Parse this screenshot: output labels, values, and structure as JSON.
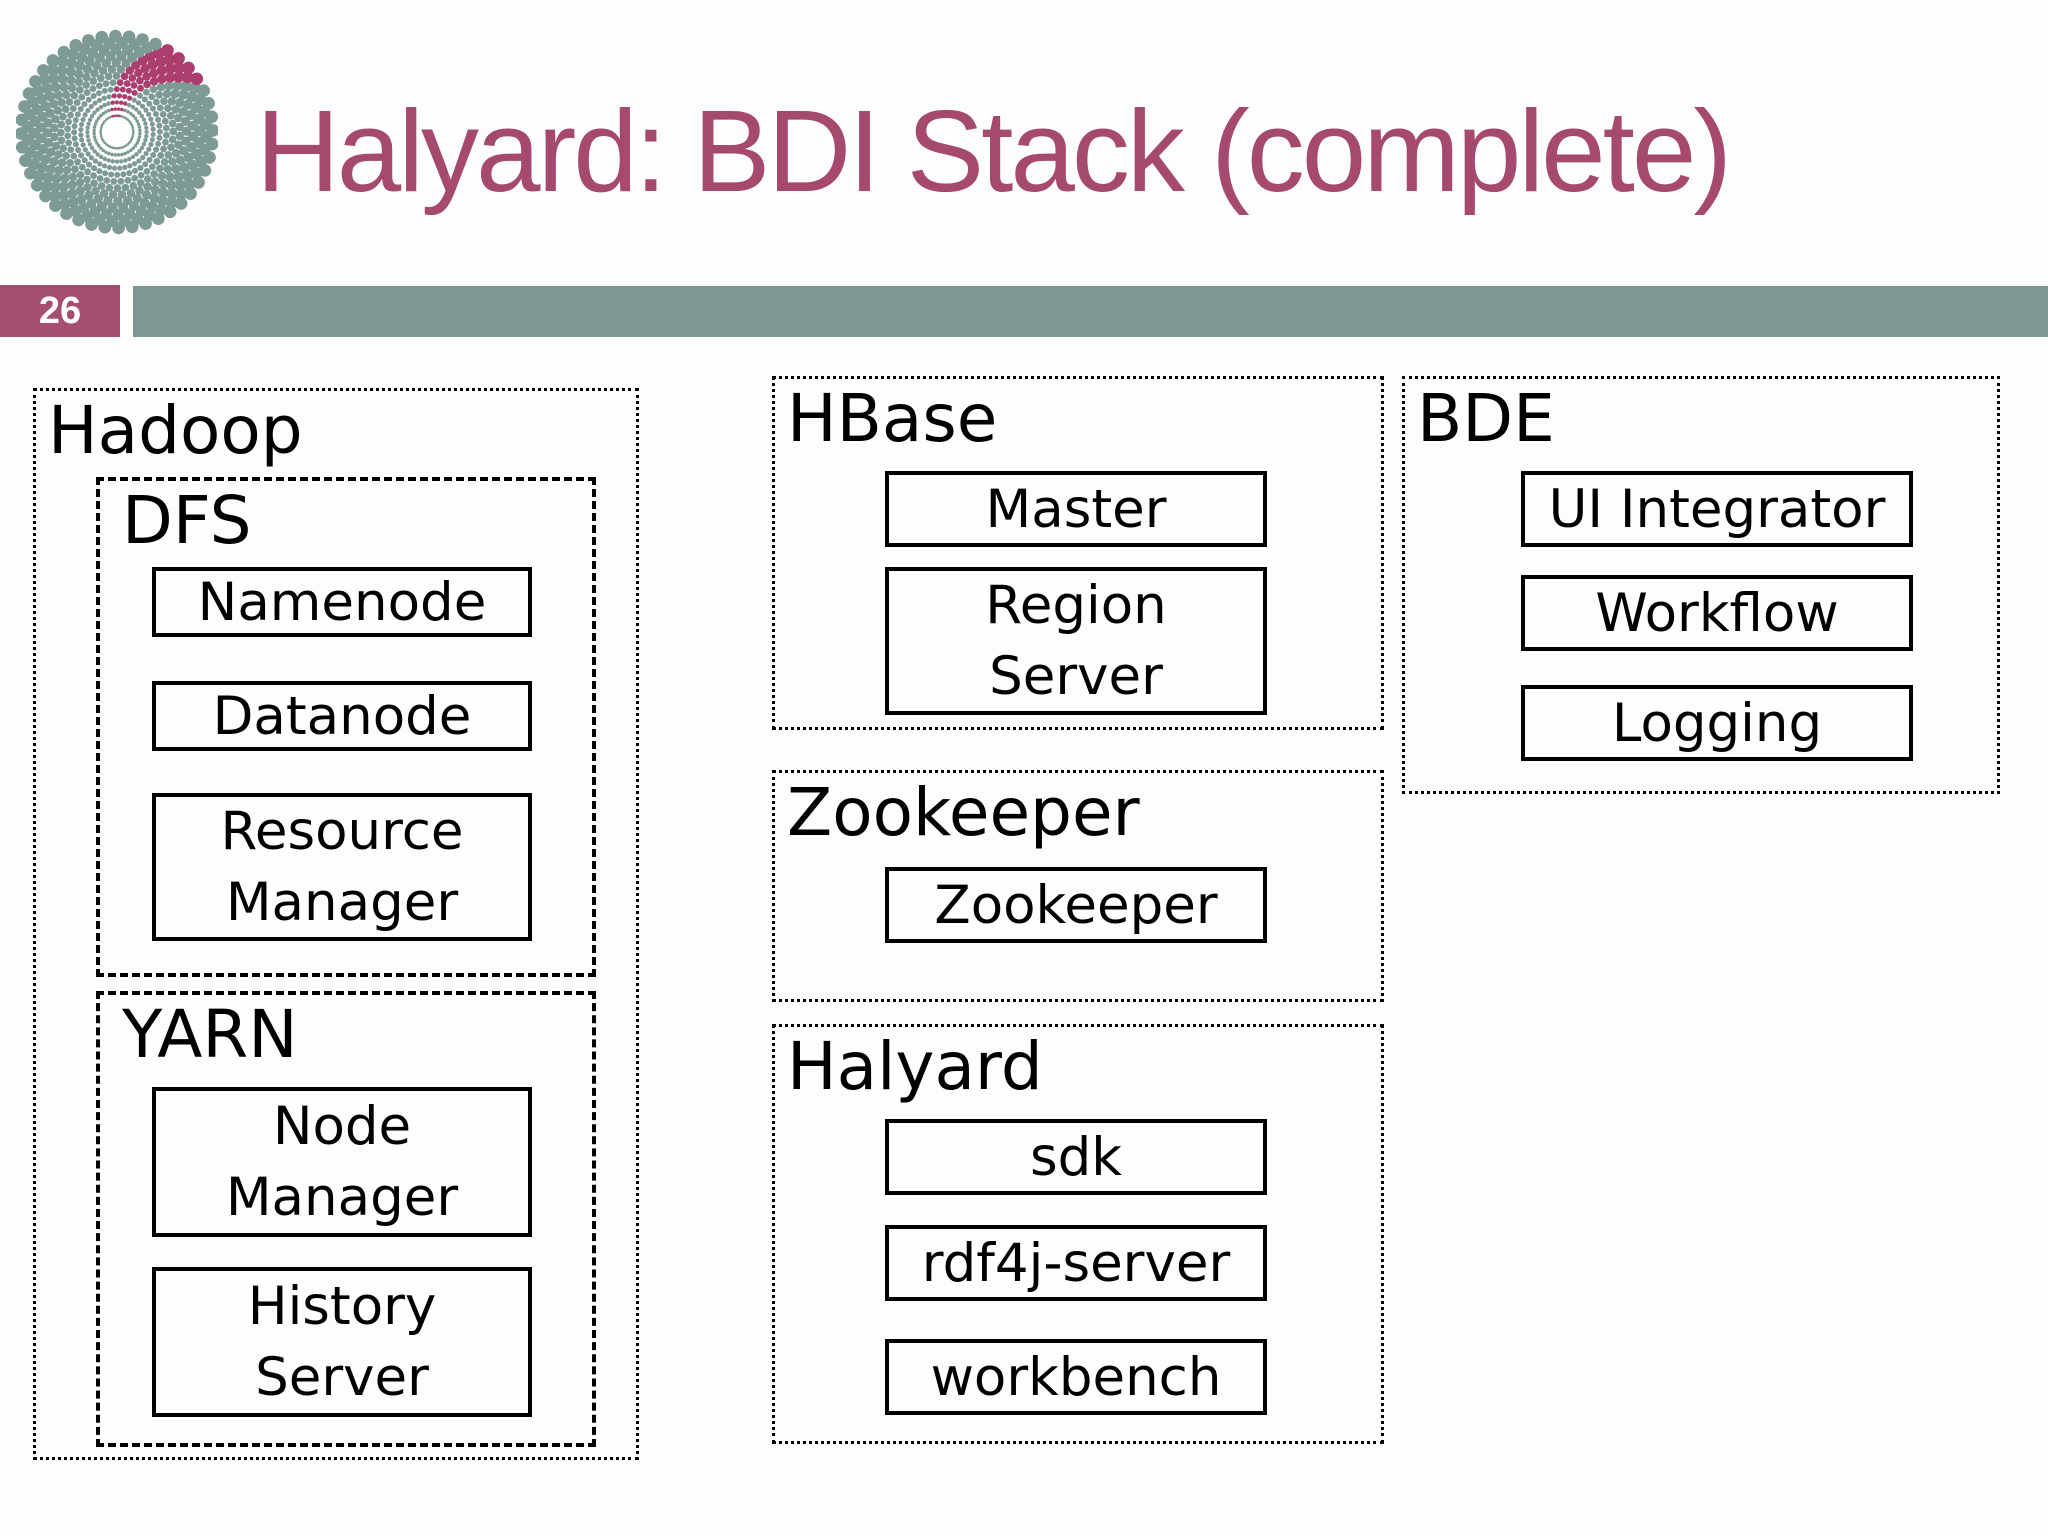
{
  "slide": {
    "title": "Halyard: BDI Stack (complete)",
    "page_number": "26",
    "colors": {
      "accent_magenta": "#a5496f",
      "badge_magenta": "#a64d72",
      "bar_sage": "#7f9794",
      "logo_sage": "#7e9a95",
      "logo_magenta": "#ab3e6e",
      "diagram_ink": "#000000"
    },
    "logo": {
      "name": "dotted-spiral-logo"
    }
  },
  "diagram": {
    "hadoop": {
      "label": "Hadoop"
    },
    "dfs": {
      "label": "DFS",
      "box1": "Namenode",
      "box2": "Datanode",
      "box3": "Resource Manager"
    },
    "yarn": {
      "label": "YARN",
      "box1": "Node Manager",
      "box2": "History Server"
    },
    "hbase": {
      "label": "HBase",
      "box1": "Master",
      "box2": "Region Server"
    },
    "zookeeper": {
      "label": "Zookeeper",
      "box1": "Zookeeper"
    },
    "halyard": {
      "label": "Halyard",
      "box1": "sdk",
      "box2": "rdf4j-server",
      "box3": "workbench"
    },
    "bde": {
      "label": "BDE",
      "box1": "UI Integrator",
      "box2": "Workflow",
      "box3": "Logging"
    }
  }
}
